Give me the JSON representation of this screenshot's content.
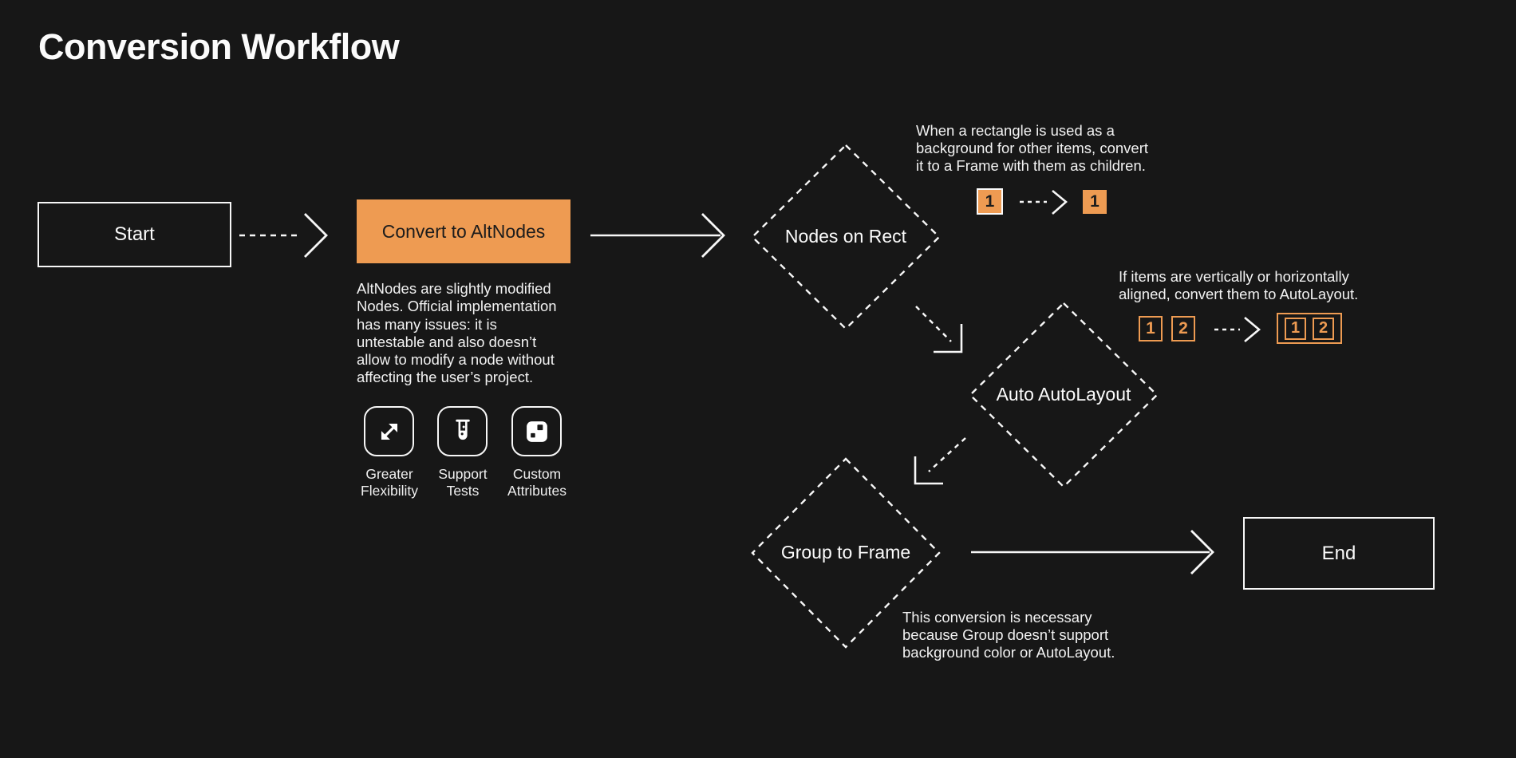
{
  "title": "Conversion Workflow",
  "colors": {
    "background": "#171717",
    "accent": "#EE9B52",
    "text": "#F2F2F2",
    "dark_text": "#1C1C1C"
  },
  "flow": {
    "start": {
      "label": "Start"
    },
    "convert": {
      "label": "Convert to AltNodes",
      "description": "AltNodes are slightly modified\nNodes. Official implementation\nhas many issues: it is\nuntestable and also doesn’t\nallow to modify a node without\naffecting the user’s project."
    },
    "features": [
      {
        "icon": "expand-icon",
        "label": "Greater\nFlexibility"
      },
      {
        "icon": "test-tube-icon",
        "label": "Support\nTests"
      },
      {
        "icon": "attributes-icon",
        "label": "Custom\nAttributes"
      }
    ],
    "nodes_on_rect": {
      "label": "Nodes on Rect"
    },
    "auto_autolayout": {
      "label": "Auto AutoLayout"
    },
    "group_to_frame": {
      "label": "Group to Frame"
    },
    "end": {
      "label": "End"
    }
  },
  "annotations": {
    "rect_to_frame": "When a rectangle is used as a\nbackground for other items, convert\nit to a Frame with them as children.",
    "autolayout": "If items are vertically or horizontally\naligned, convert them to AutoLayout.",
    "group_to_frame": "This conversion is necessary\nbecause Group doesn’t support\nbackground color or AutoLayout."
  },
  "examples": {
    "rect": {
      "before": "1",
      "after": "1"
    },
    "autolayout": {
      "before": [
        "1",
        "2"
      ],
      "after": [
        "1",
        "2"
      ]
    }
  }
}
